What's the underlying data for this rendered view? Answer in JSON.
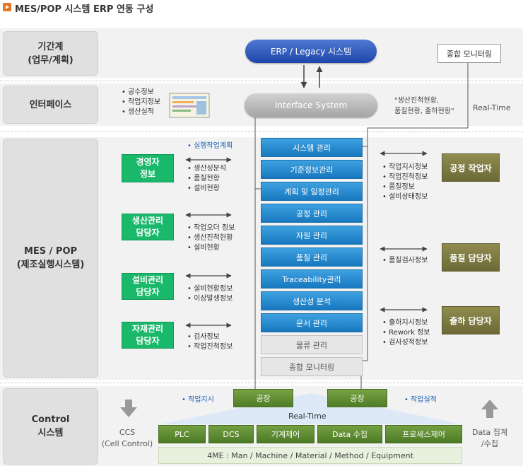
{
  "title": "MES/POP 시스템 ERP 연동 구성",
  "rows": {
    "row1": "기간계\n(업무/계획)",
    "row2": "인터페이스",
    "row3": "MES / POP\n(제조실행시스템)",
    "row4": "Control\n시스템"
  },
  "erp_label": "ERP / Legacy 시스템",
  "interface_label": "Interface System",
  "monitor_top_label": "종합 모니터링",
  "interface_items": [
    "공수정보",
    "작업지정보",
    "생산실적"
  ],
  "interface_quote": "\"생산진척현황,\n품질현황, 출하현황\"",
  "realtime_label_1": "Real-Time",
  "exec_plan_note": "실행작업계획",
  "roles_left": [
    {
      "label": "경영자\n정보",
      "items": [
        "생산성분석",
        "품질현황",
        "설비현황"
      ]
    },
    {
      "label": "생산관리\n담당자",
      "items": [
        "작업오더 정보",
        "생산진척현황",
        "설비현황"
      ]
    },
    {
      "label": "설비관리\n담당자",
      "items": [
        "설비현황정보",
        "이상발생정보"
      ]
    },
    {
      "label": "자재관리\n담당자",
      "items": [
        "검사정보",
        "작업진척정보"
      ]
    }
  ],
  "modules_blue": [
    "시스템 관리",
    "기준정보관리",
    "계획 및 일정관리",
    "공정 관리",
    "자원 관리",
    "품질 관리",
    "Traceability관리",
    "생산성 분석",
    "문서  관리"
  ],
  "modules_grey": [
    "물류 관리",
    "종합 모니터링"
  ],
  "roles_right": [
    {
      "label": "공정 작업자",
      "items": [
        "작업지시정보",
        "작업진척정보",
        "품질정보",
        "설비상태정보"
      ]
    },
    {
      "label": "품질 담당자",
      "items": [
        "품질검사정보"
      ]
    },
    {
      "label": "출하 담당자",
      "items": [
        "출하지시정보",
        "Rework 정보",
        "검사성적정보"
      ]
    }
  ],
  "factory_labels": [
    "공장",
    "공장"
  ],
  "work_order_note": "작업지시",
  "work_result_note": "작업실적",
  "realtime_label_2": "Real-Time",
  "ccs_label": "CCS\n(Cell Control)",
  "data_collect_label": "Data 집계\n/수집",
  "control_items": [
    "PLC",
    "DCS",
    "기계제어",
    "Data 수집",
    "프로세스제어"
  ],
  "fourme_label": "4ME : Man / Machine / Material / Method / Equipment",
  "colors": {
    "green": "#19b86a",
    "blue_module": "#2a8ad0",
    "olive": "#7d7a42",
    "erp": "#2f5bbf",
    "factory_green": "#5f8f33"
  }
}
